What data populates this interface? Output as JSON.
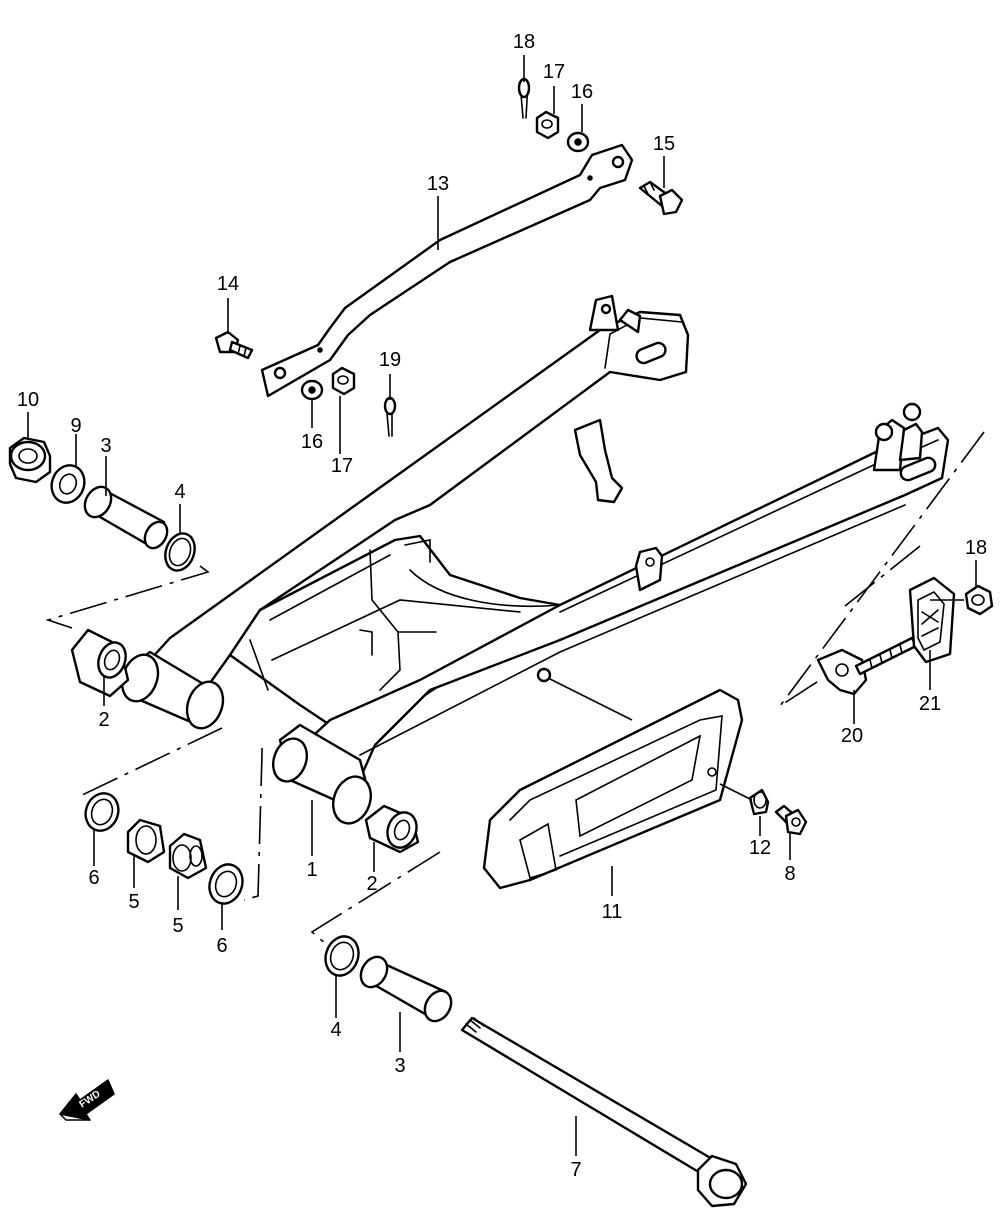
{
  "callouts": [
    {
      "id": "p1",
      "number": "1"
    },
    {
      "id": "p2a",
      "number": "2"
    },
    {
      "id": "p2b",
      "number": "2"
    },
    {
      "id": "p3a",
      "number": "3"
    },
    {
      "id": "p3b",
      "number": "3"
    },
    {
      "id": "p4a",
      "number": "4"
    },
    {
      "id": "p4b",
      "number": "4"
    },
    {
      "id": "p5a",
      "number": "5"
    },
    {
      "id": "p5b",
      "number": "5"
    },
    {
      "id": "p6a",
      "number": "6"
    },
    {
      "id": "p6b",
      "number": "6"
    },
    {
      "id": "p7",
      "number": "7"
    },
    {
      "id": "p8",
      "number": "8"
    },
    {
      "id": "p9",
      "number": "9"
    },
    {
      "id": "p10",
      "number": "10"
    },
    {
      "id": "p11",
      "number": "11"
    },
    {
      "id": "p12",
      "number": "12"
    },
    {
      "id": "p13",
      "number": "13"
    },
    {
      "id": "p14",
      "number": "14"
    },
    {
      "id": "p15",
      "number": "15"
    },
    {
      "id": "p16a",
      "number": "16"
    },
    {
      "id": "p16b",
      "number": "16"
    },
    {
      "id": "p17a",
      "number": "17"
    },
    {
      "id": "p17b",
      "number": "17"
    },
    {
      "id": "p18a",
      "number": "18"
    },
    {
      "id": "p18b",
      "number": "18"
    },
    {
      "id": "p19",
      "number": "19"
    },
    {
      "id": "p20",
      "number": "20"
    },
    {
      "id": "p21",
      "number": "21"
    }
  ],
  "direction_marker": {
    "text": "FWD"
  }
}
